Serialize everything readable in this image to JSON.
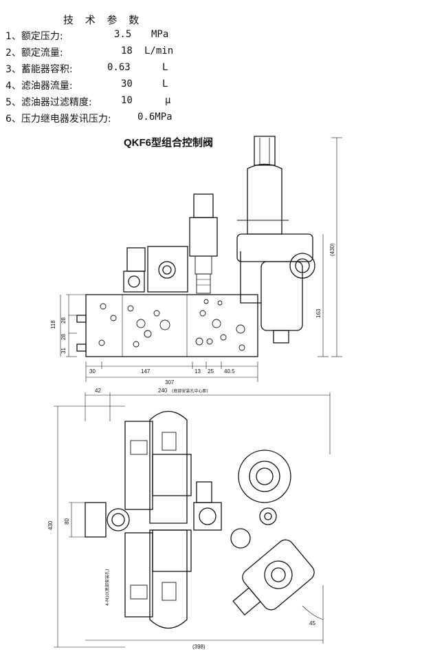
{
  "specs": {
    "title": "技 术 参 数",
    "rows": [
      {
        "label": "1、额定压力:",
        "value": "3.5",
        "unit": "MPa"
      },
      {
        "label": "2、额定流量:",
        "value": "18",
        "unit": "L/min"
      },
      {
        "label": "3、蓄能器容积:",
        "value": "0.63",
        "unit": "L"
      },
      {
        "label": "4、滤油器流量:",
        "value": "30",
        "unit": "L"
      },
      {
        "label": "5、滤油器过滤精度:",
        "value": "10",
        "unit": "μ"
      },
      {
        "label": "6、压力继电器发讯压力:",
        "value": "0.6MPa",
        "unit": ""
      }
    ]
  },
  "figure": {
    "title": "QKF6型组合控制阀",
    "front_view": {
      "dims": {
        "d118": "118",
        "d28a": "28",
        "d28b": "28",
        "d31": "31",
        "d30": "30",
        "d147": "147",
        "d13": "13",
        "d25": "25",
        "d40_5": "40.5",
        "d307": "307",
        "d163": "163",
        "d430": "(430)"
      }
    },
    "top_view": {
      "dims": {
        "d42": "42",
        "d240": "240",
        "d240_note": "(底部安装孔中心距)",
        "d430": "430",
        "d80": "80",
        "d398": "(398)",
        "d45": "45",
        "hole_note": "4-M10(底部安装孔)"
      }
    }
  }
}
